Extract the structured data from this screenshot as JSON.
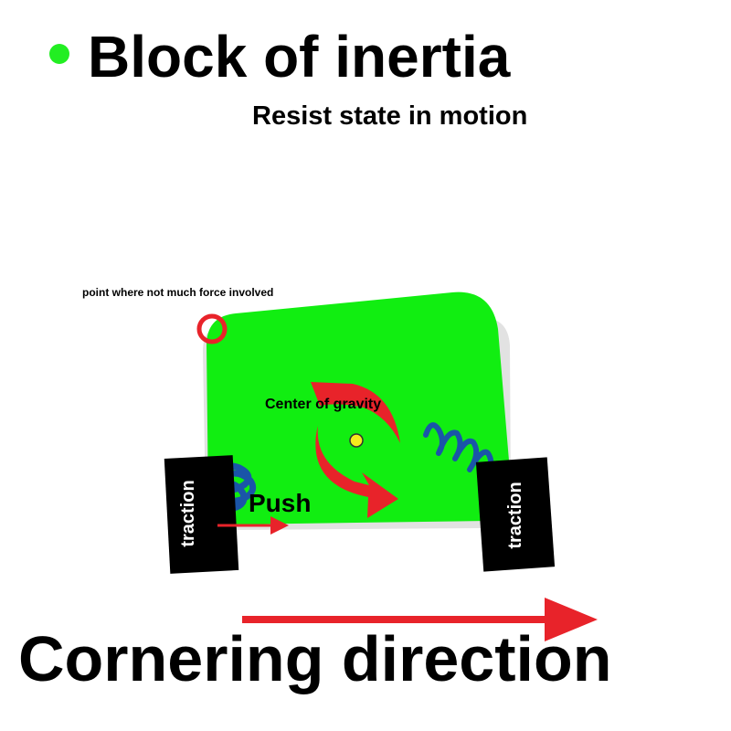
{
  "title": "Block of inertia",
  "subtitle": "Resist state in motion",
  "note": "point where not much force involved",
  "center_label": "Center of gravity",
  "push_label": "Push",
  "traction_left": "traction",
  "traction_right": "traction",
  "footer": "Cornering direction",
  "colors": {
    "bullet": "#22ee22",
    "block": "#11ee11",
    "shadow": "#e2e2e2",
    "arrow": "#e8232a",
    "spring": "#1a55a8",
    "center_dot": "#f6ec1c",
    "tire": "#000000"
  }
}
